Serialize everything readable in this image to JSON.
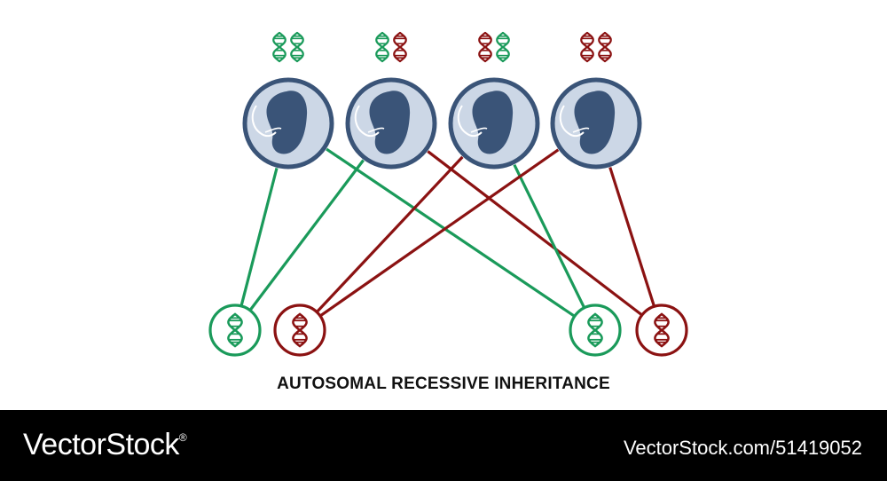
{
  "title": "AUTOSOMAL RECESSIVE INHERITANCE",
  "watermark": {
    "brand": "VectorStock",
    "registered_mark": "®",
    "image_ref": "VectorStock.com/51419052"
  },
  "colors": {
    "dominant": "#1a9a5a",
    "recessive": "#8b1212",
    "circle_fill": "#ccd7e6",
    "circle_stroke": "#3a5478",
    "embryo": "#3a5478",
    "footer_bg": "#000000"
  },
  "offspring": [
    {
      "alleles": [
        "dominant",
        "dominant"
      ]
    },
    {
      "alleles": [
        "dominant",
        "recessive"
      ]
    },
    {
      "alleles": [
        "recessive",
        "dominant"
      ]
    },
    {
      "alleles": [
        "recessive",
        "recessive"
      ]
    }
  ],
  "parent_alleles": [
    "dominant",
    "recessive",
    "dominant",
    "recessive"
  ],
  "connections": [
    {
      "offspring": 0,
      "parent_allele": 0,
      "color": "dominant"
    },
    {
      "offspring": 0,
      "parent_allele": 2,
      "color": "dominant"
    },
    {
      "offspring": 1,
      "parent_allele": 0,
      "color": "dominant"
    },
    {
      "offspring": 1,
      "parent_allele": 3,
      "color": "recessive"
    },
    {
      "offspring": 2,
      "parent_allele": 1,
      "color": "recessive"
    },
    {
      "offspring": 2,
      "parent_allele": 2,
      "color": "dominant"
    },
    {
      "offspring": 3,
      "parent_allele": 1,
      "color": "recessive"
    },
    {
      "offspring": 3,
      "parent_allele": 3,
      "color": "recessive"
    }
  ]
}
